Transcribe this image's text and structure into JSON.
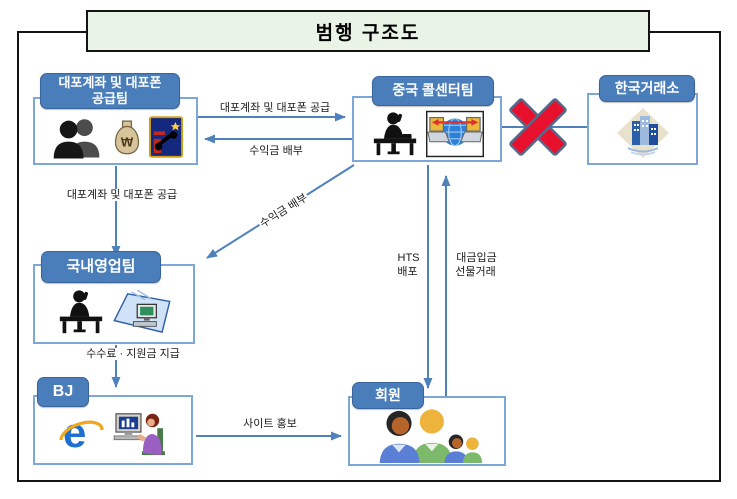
{
  "title": "범행 구조도",
  "nodes": {
    "supply_team": {
      "label": "대포계좌 및 대포폰 공급팀",
      "icons": [
        "busts-icon",
        "money-bag-icon",
        "phone-card-icon"
      ]
    },
    "china_callcenter": {
      "label": "중국 콜센터팀",
      "icons": [
        "desk-worker-icon",
        "network-laptops-icon"
      ]
    },
    "krx": {
      "label": "한국거래소",
      "icons": [
        "exchange-building-icon"
      ]
    },
    "domestic_sales": {
      "label": "국내영업팀",
      "icons": [
        "desk-worker-icon",
        "fax-paper-icon"
      ]
    },
    "bj": {
      "label": "BJ",
      "icons": [
        "internet-explorer-icon",
        "computer-user-icon"
      ]
    },
    "members": {
      "label": "회원",
      "icons": [
        "people-group-icon"
      ]
    }
  },
  "edges": {
    "supply_to_china": "대포계좌 및 대포폰 공급",
    "china_to_supply": "수익금 배부",
    "supply_to_domestic": "대포계좌 및 대포폰 공급",
    "china_to_domestic": "수익금 배부",
    "china_to_members": "HTS 배포",
    "members_to_china": "대금입금 선물거래",
    "domestic_to_bj": "수수료 · 지원금 지급",
    "bj_to_members": "사이트 홍보"
  },
  "blocked_link": {
    "between": [
      "중국 콜센터팀",
      "한국거래소"
    ],
    "icon": "blocked-x-icon"
  },
  "colors": {
    "header_blue": "#4a7ebb",
    "box_border": "#7da7d8",
    "arrow_blue": "#4f81bd",
    "title_bg": "#e9f3e6",
    "blocked_x_red": "#e8112d",
    "frame_black": "#141414"
  }
}
